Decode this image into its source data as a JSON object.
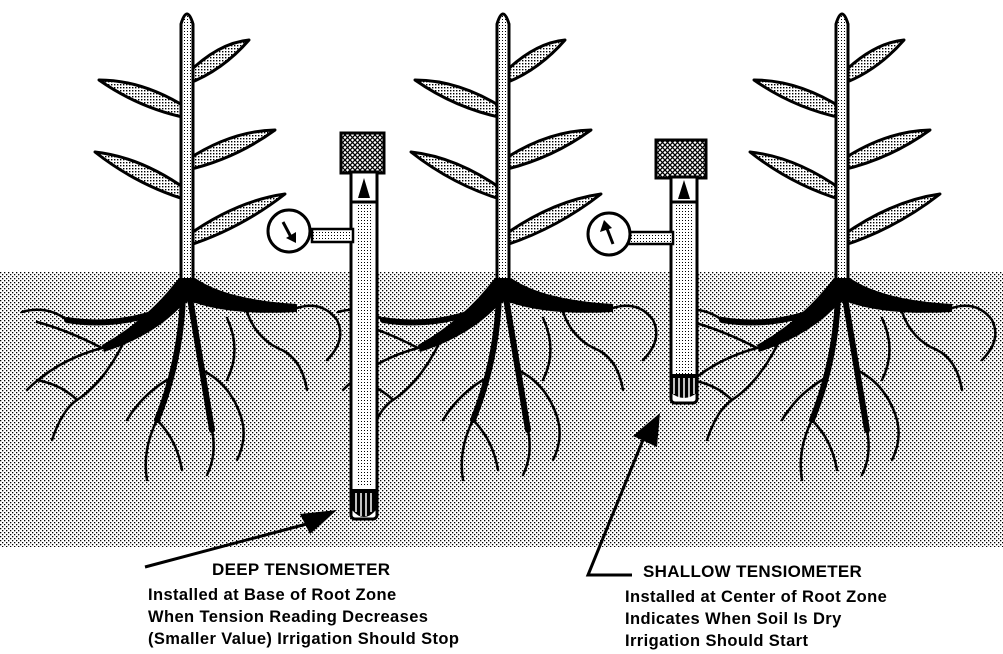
{
  "deep": {
    "title": "DEEP TENSIOMETER",
    "lines": [
      "Installed at Base of Root Zone",
      "When Tension Reading Decreases",
      "(Smaller Value) Irrigation Should Stop"
    ]
  },
  "shallow": {
    "title": "SHALLOW TENSIOMETER",
    "lines": [
      "Installed at Center of Root Zone",
      "Indicates When Soil Is Dry",
      "Irrigation Should Start"
    ]
  },
  "icons": [
    "plant-icon",
    "tensiometer-icon",
    "gauge-icon",
    "arrow-icon"
  ],
  "colors": {
    "ink": "#000000",
    "paper": "#ffffff",
    "soil_dots": "#000000"
  }
}
